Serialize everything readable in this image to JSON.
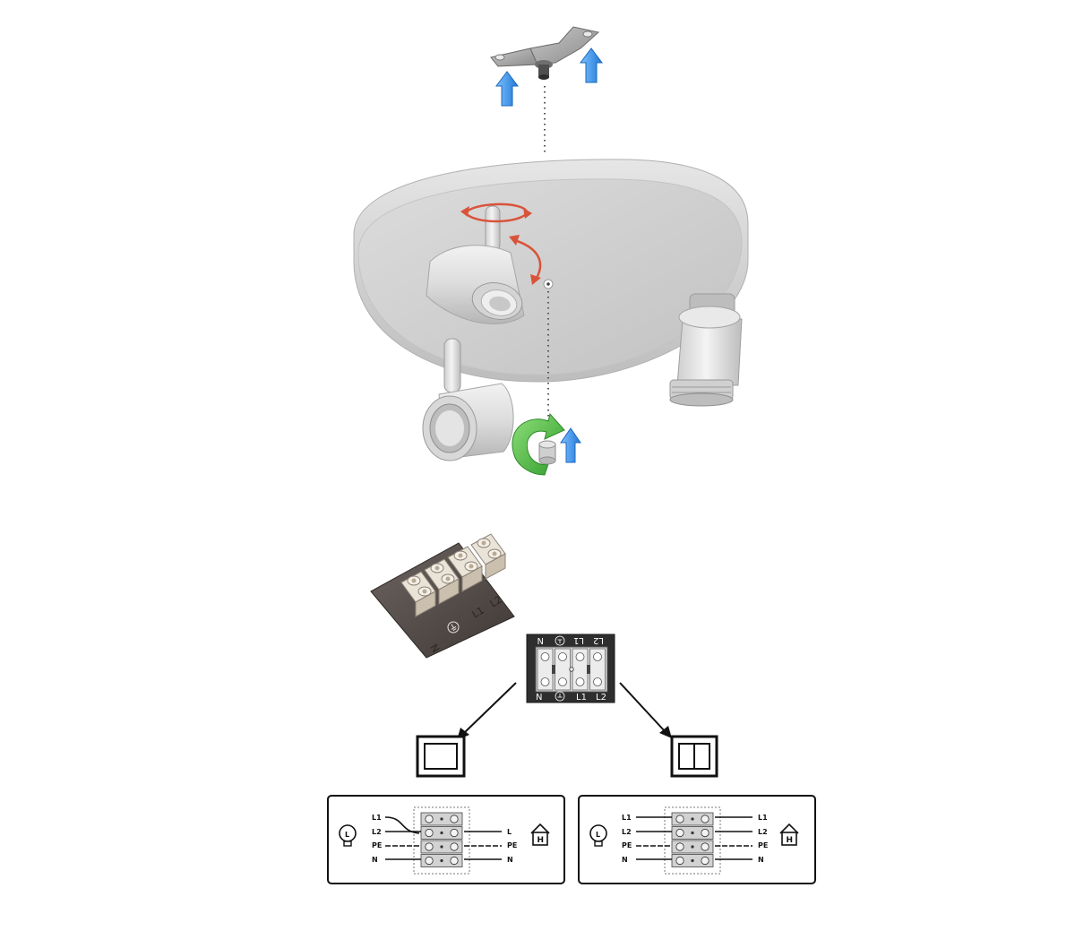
{
  "terminal_block": {
    "photo_labels": [
      "N",
      "L1",
      "L2"
    ],
    "top_labels": [
      "N",
      "L1",
      "L2"
    ],
    "bottom_labels": [
      "N",
      "L1",
      "L2"
    ],
    "earth_symbol": "earth-ground-icon"
  },
  "switches": {
    "left": "single-rocker-switch-icon",
    "right": "double-rocker-switch-icon"
  },
  "wiring_left": {
    "lamp_side": [
      "L1",
      "L2",
      "PE",
      "N"
    ],
    "house_side": [
      "L",
      "PE",
      "N"
    ],
    "lamp_icon_label": "L",
    "house_icon_label": "H"
  },
  "wiring_right": {
    "lamp_side": [
      "L1",
      "L2",
      "PE",
      "N"
    ],
    "house_side": [
      "L1",
      "L2",
      "PE",
      "N"
    ],
    "lamp_icon_label": "L",
    "house_icon_label": "H"
  },
  "colors": {
    "lift_arrow": "#2f8fe8",
    "rotate_arrow_green": "#4fb83a",
    "adjust_arrow_red": "#d9533a",
    "body_gray": "#c9c9c9"
  }
}
